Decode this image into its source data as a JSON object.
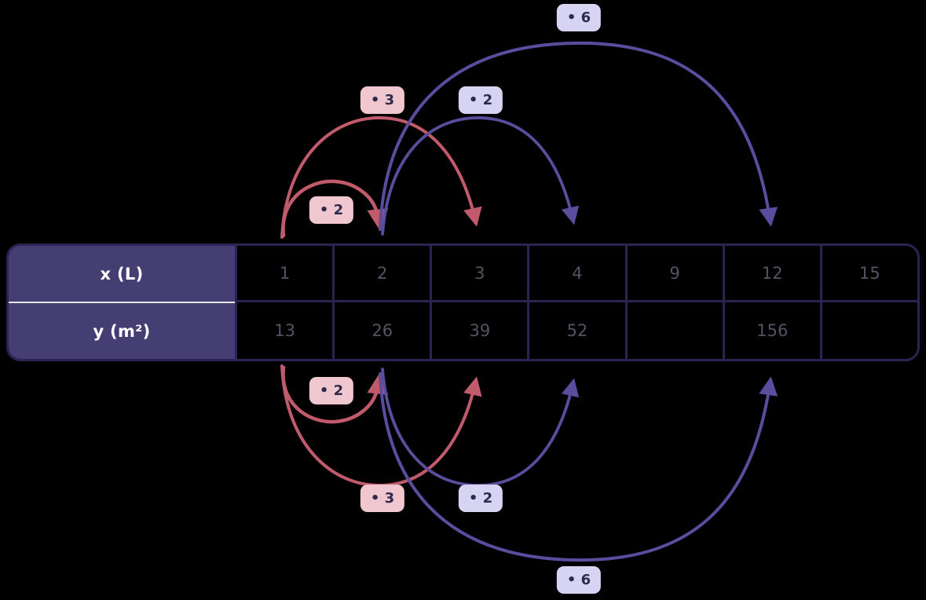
{
  "table": {
    "row_headers": [
      "x (L)",
      "y (m²)"
    ],
    "x_values": [
      "1",
      "2",
      "3",
      "4",
      "9",
      "12",
      "15"
    ],
    "y_values": [
      "13",
      "26",
      "39",
      "52",
      "",
      "156",
      ""
    ]
  },
  "multipliers": {
    "top": [
      {
        "label": "• 2",
        "style": "pink",
        "from": "1",
        "to": "2"
      },
      {
        "label": "• 3",
        "style": "pink",
        "from": "1",
        "to": "3"
      },
      {
        "label": "• 2",
        "style": "lavender",
        "from": "2",
        "to": "4"
      },
      {
        "label": "• 6",
        "style": "lavender",
        "from": "2",
        "to": "12"
      }
    ],
    "bottom": [
      {
        "label": "• 2",
        "style": "pink",
        "from": "13",
        "to": "26"
      },
      {
        "label": "• 3",
        "style": "pink",
        "from": "13",
        "to": "39"
      },
      {
        "label": "• 2",
        "style": "lavender",
        "from": "26",
        "to": "52"
      },
      {
        "label": "• 6",
        "style": "lavender",
        "from": "26",
        "to": "156"
      }
    ]
  },
  "colors": {
    "background": "#000000",
    "header_bg": "#453e72",
    "header_text": "#ffffff",
    "grid_line": "#2b2452",
    "cell_text": "#575263",
    "red_arrow": "#c15b6c",
    "purple_arrow": "#5a4d9e",
    "pink_label_bg": "#f0c7ce",
    "lavender_label_bg": "#d6d4f2",
    "label_text": "#2e2a4d"
  }
}
